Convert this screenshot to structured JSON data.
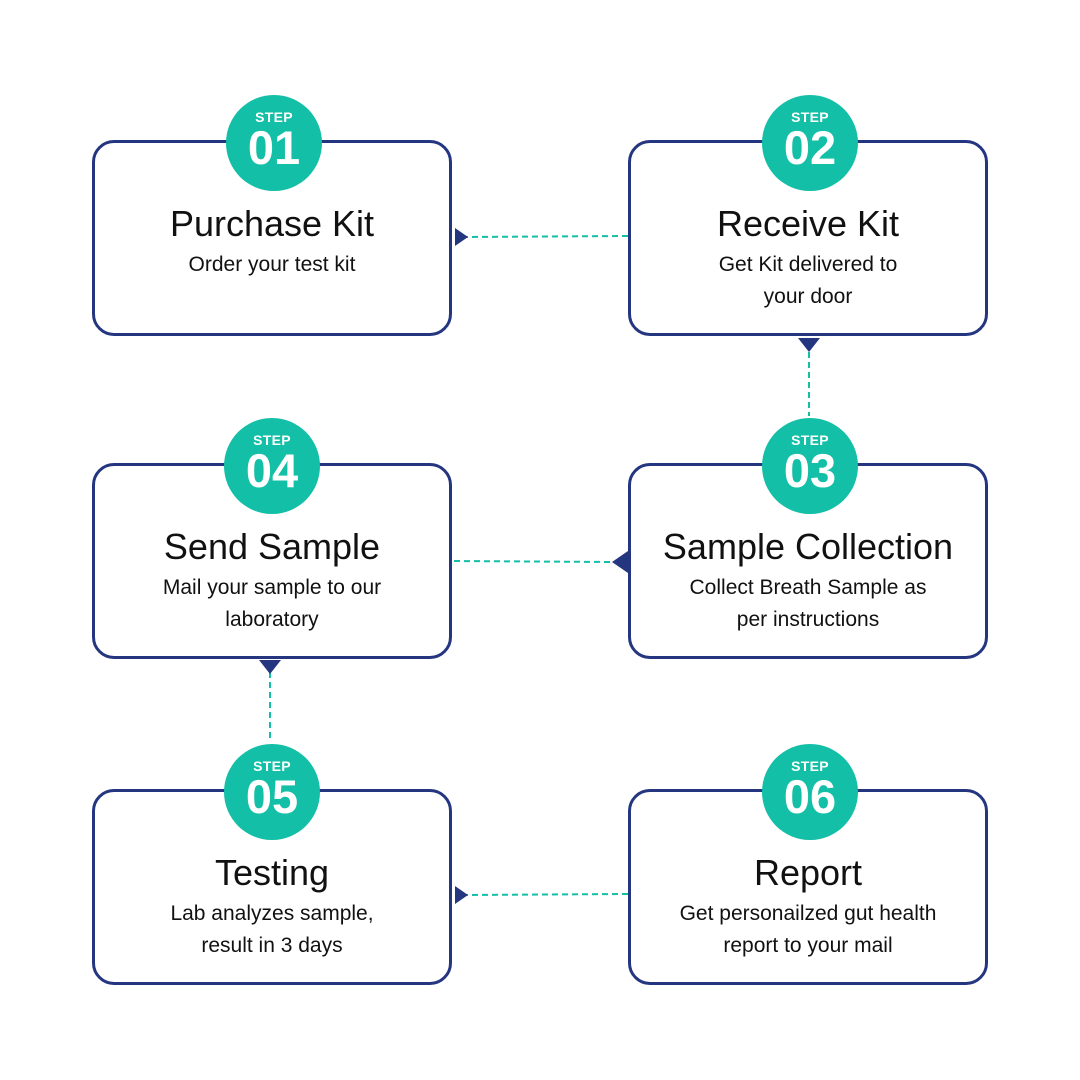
{
  "colors": {
    "accent": "#13bfa6",
    "border": "#24367f",
    "connector": "#13bfa6"
  },
  "steps": [
    {
      "step_label": "STEP",
      "number": "01",
      "title": "Purchase Kit",
      "description": "Order your test  kit"
    },
    {
      "step_label": "STEP",
      "number": "02",
      "title": "Receive Kit",
      "description": "Get Kit delivered to\nyour door"
    },
    {
      "step_label": "STEP",
      "number": "03",
      "title": "Sample Collection",
      "description": "Collect Breath Sample as\nper instructions"
    },
    {
      "step_label": "STEP",
      "number": "04",
      "title": "Send Sample",
      "description": "Mail your sample to our\nlaboratory"
    },
    {
      "step_label": "STEP",
      "number": "05",
      "title": "Testing",
      "description": "Lab analyzes sample,\nresult in 3 days"
    },
    {
      "step_label": "STEP",
      "number": "06",
      "title": "Report",
      "description": "Get personailzed gut health\nreport to your mail"
    }
  ]
}
